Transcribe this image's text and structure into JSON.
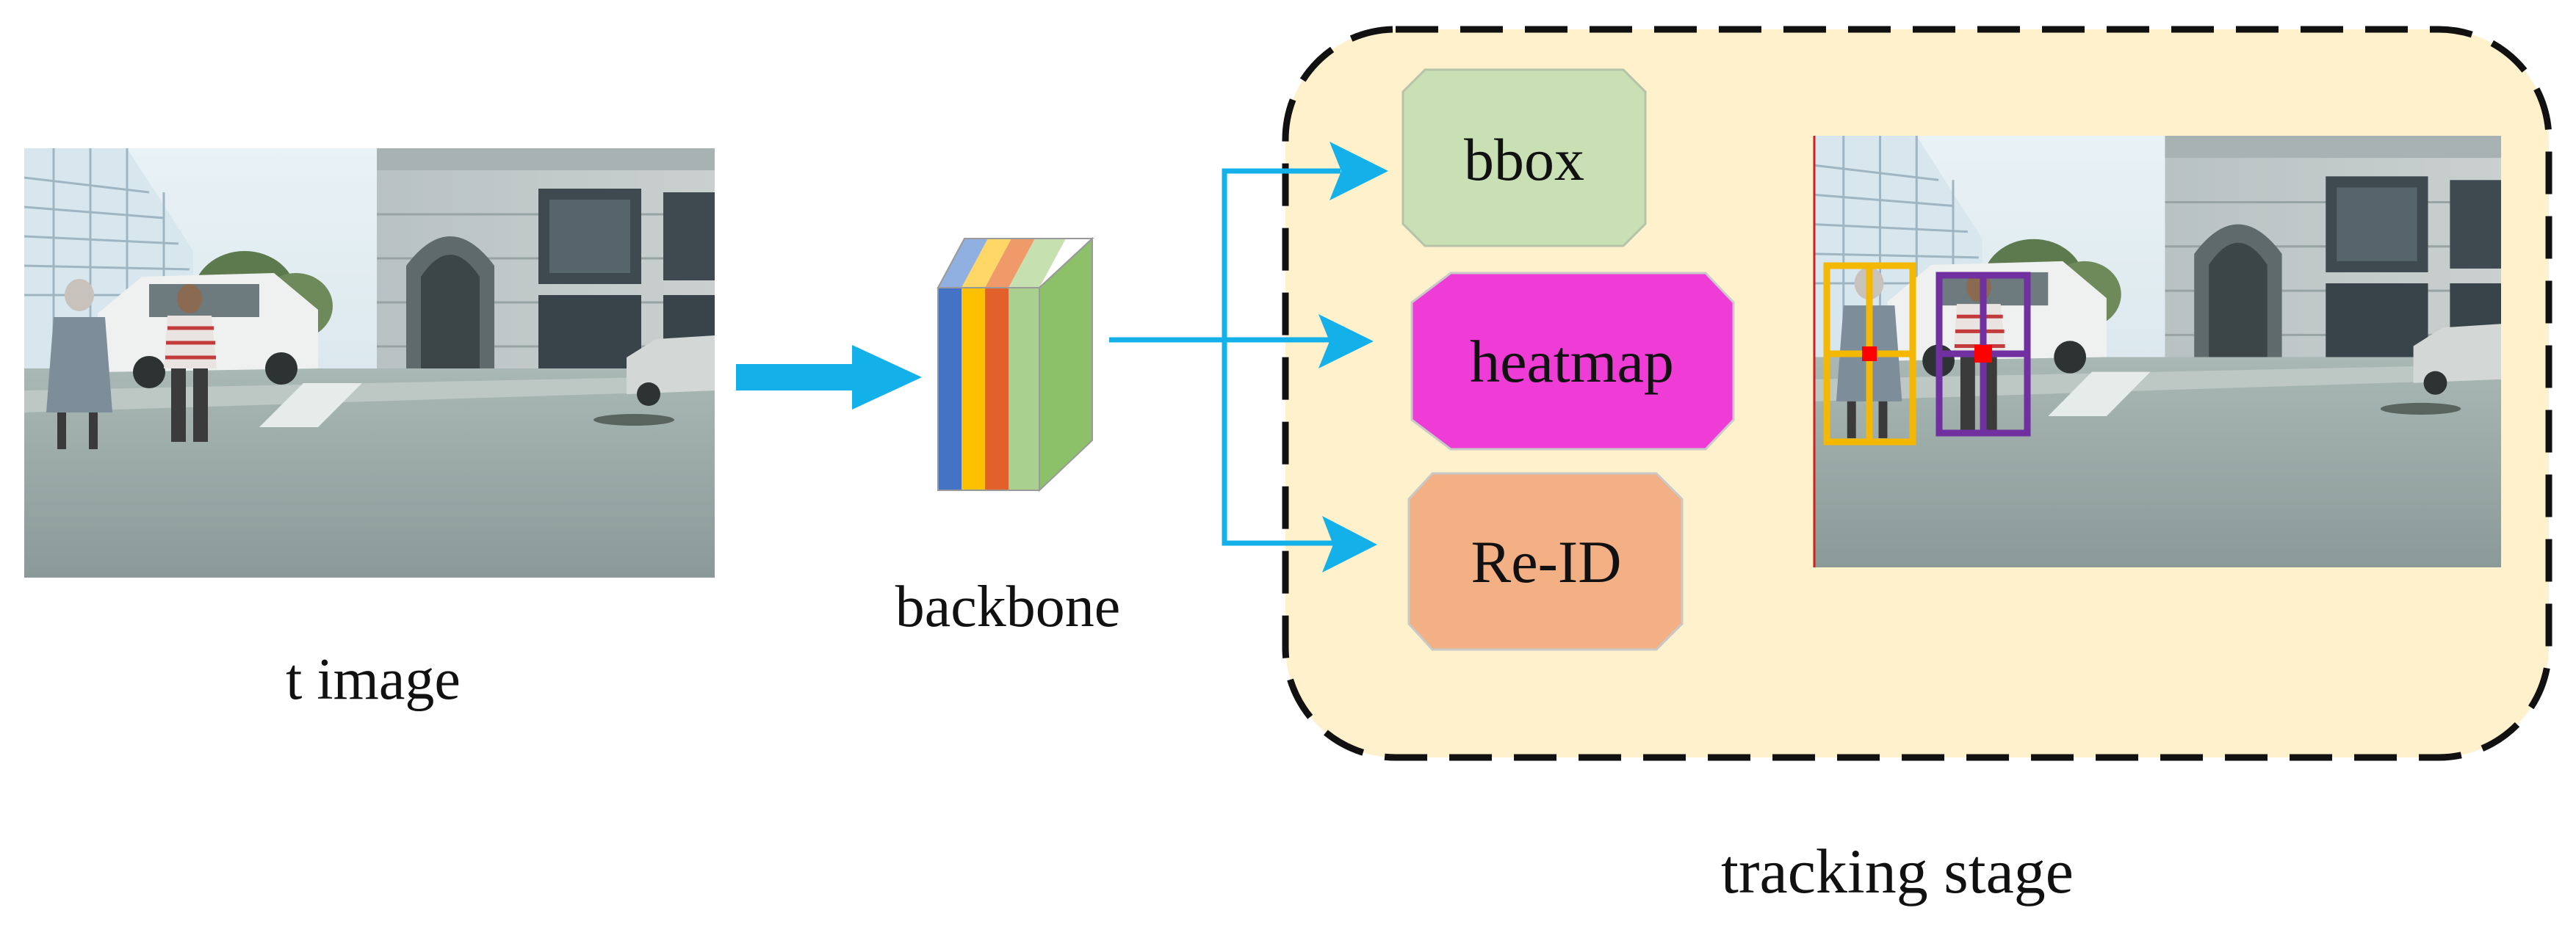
{
  "labels": {
    "input_caption": "t image",
    "backbone_caption": "backbone",
    "stage_caption": "tracking stage"
  },
  "heads": [
    {
      "label": "bbox",
      "color": "#c8e0b4"
    },
    {
      "label": "heatmap",
      "color": "#f03cd6"
    },
    {
      "label": "Re-ID",
      "color": "#f2b084"
    }
  ],
  "colors": {
    "arrow": "#13b0ea",
    "stage_fill": "#fff1cc",
    "stage_border": "#111111",
    "backbone_layers": [
      "#4472c4",
      "#ffc000",
      "#e2602a",
      "#a9d08e",
      "#8cc16a"
    ],
    "box_person_1": "#f5b800",
    "box_person_2": "#7030a0",
    "center_point": "#ff0000"
  }
}
